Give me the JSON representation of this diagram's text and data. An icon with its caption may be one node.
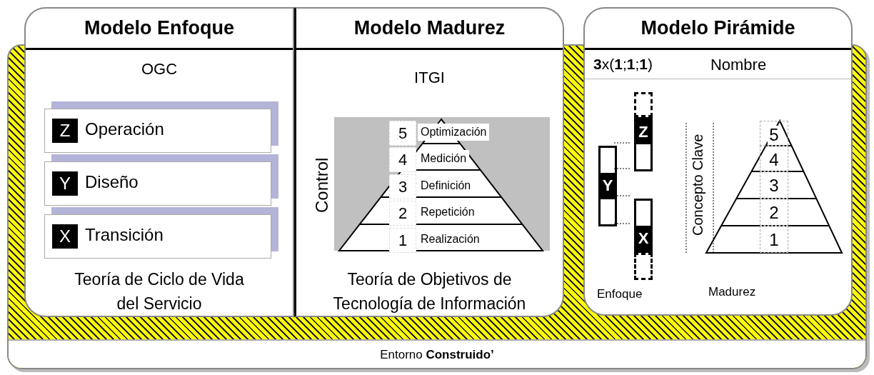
{
  "diagram": {
    "nodes": [
      {
        "text": [
          "Entorno **Construido’**"
        ]
      },
      {
        "text": [
          "Modelo Enfoque",
          "OGC",
          "Teoría de Ciclo de Vida del Servicio"
        ],
        "in": 0
      },
      {
        "text": [
          "Z",
          "Operación"
        ],
        "in": 1
      },
      {
        "text": [
          "Y",
          "Diseño"
        ],
        "in": 1
      },
      {
        "text": [
          "X",
          "Transición"
        ],
        "in": 1
      },
      {
        "text": [
          "Modelo Madurez",
          "ITGI",
          "Teoría de Objetivos de Tecnología de Información"
        ],
        "in": 0
      },
      {
        "text": [
          "5",
          "Optimización"
        ],
        "in": 5
      },
      {
        "text": [
          "4",
          "Medición"
        ],
        "in": 5
      },
      {
        "text": [
          "3",
          "Definición"
        ],
        "in": 5
      },
      {
        "text": [
          "2",
          "Repetición"
        ],
        "in": 5
      },
      {
        "text": [
          "1",
          "Realización"
        ],
        "in": 5
      },
      {
        "text": [
          "Modelo Pirámide",
          "**3**x(**1**;**1**;**1**)",
          "Nombre"
        ],
        "in": 0
      },
      {
        "text": [
          "Y"
        ],
        "in": 11
      },
      {
        "text": [],
        "shape": "box",
        "in": 11
      },
      {
        "text": [
          "Z"
        ],
        "in": 11
      },
      {
        "text": [
          "X"
        ],
        "in": 11
      },
      {
        "text": [],
        "shape": "box",
        "in": 11
      },
      {
        "text": [
          "5"
        ],
        "in": 11
      },
      {
        "text": [
          "4"
        ],
        "in": 11
      },
      {
        "text": [
          "3"
        ],
        "in": 11
      },
      {
        "text": [
          "2"
        ],
        "in": 11
      },
      {
        "text": [
          "1"
        ],
        "in": 11
      }
    ],
    "edges": [
      {
        "from": 12,
        "to": 14,
        "arrow": "none",
        "style": "dashed"
      },
      {
        "from": 12,
        "to": 14,
        "arrow": "none",
        "style": "dashed"
      },
      {
        "from": 12,
        "to": 15,
        "arrow": "none",
        "style": "dashed"
      },
      {
        "from": 12,
        "to": 15,
        "arrow": "none",
        "style": "dashed"
      }
    ],
    "labels": [
      "Control",
      "Concepto Clave",
      "Enfoque",
      "Madurez"
    ]
  }
}
